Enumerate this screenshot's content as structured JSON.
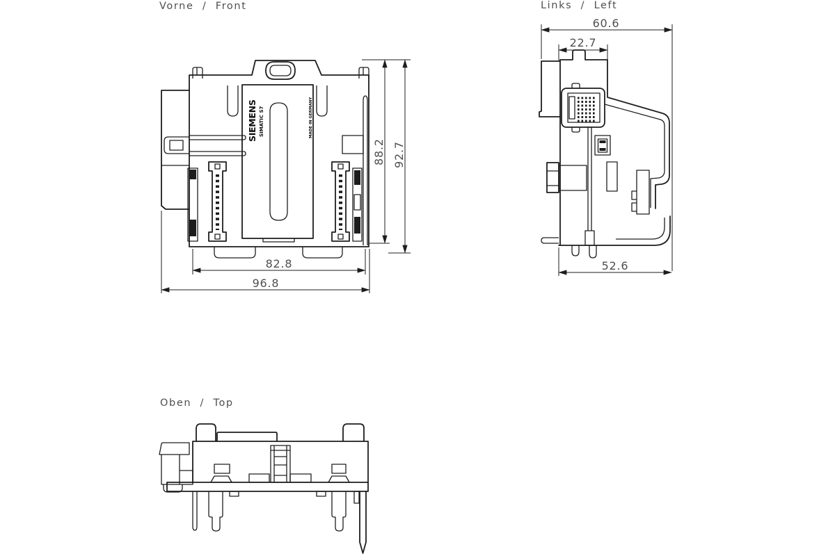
{
  "meta": {
    "background_color": "#ffffff",
    "line_color": "#1d1d1d",
    "dim_text_color": "#4f4f4f",
    "label_text_color": "#0d0d0d"
  },
  "front_view": {
    "title": "Vorne  /  Front",
    "brand": "SIEMENS",
    "product": "SIMATIC S7",
    "origin": "MADE IN GERMANY",
    "dims": {
      "inner_height": "88.2",
      "outer_height": "92.7",
      "inner_width": "82.8",
      "outer_width": "96.8"
    }
  },
  "left_view": {
    "title": "Links  /  Left",
    "dims": {
      "overall_depth": "60.6",
      "top_depth": "22.7",
      "bottom_depth": "52.6"
    }
  },
  "top_view": {
    "title": "Oben  /  Top"
  }
}
